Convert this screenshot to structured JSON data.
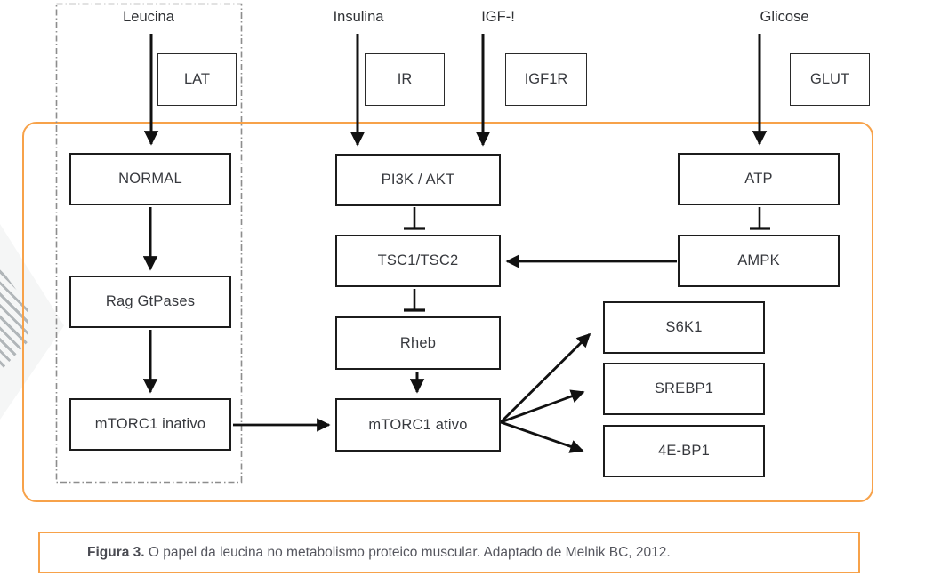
{
  "diagram": {
    "top_labels": {
      "leucina": "Leucina",
      "insulina": "Insulina",
      "igf1": "IGF-!",
      "glicose": "Glicose"
    },
    "receptors": {
      "lat": "LAT",
      "ir": "IR",
      "igf1r": "IGF1R",
      "glut": "GLUT"
    },
    "left_pathway": {
      "normal": "NORMAL",
      "rag_gtpases": "Rag GtPases",
      "mtorc1_inativo": "mTORC1 inativo"
    },
    "center_pathway": {
      "pi3k_akt": "PI3K / AKT",
      "tsc1_tsc2": "TSC1/TSC2",
      "rheb": "Rheb",
      "mtorc1_ativo": "mTORC1 ativo"
    },
    "right_pathway": {
      "atp": "ATP",
      "ampk": "AMPK"
    },
    "targets": {
      "s6k1": "S6K1",
      "srebp1": "SREBP1",
      "e4bp1": "4E-BP1"
    }
  },
  "caption": {
    "prefix": "Figura 3.",
    "text": " O papel da leucina no metabolismo proteico muscular. Adaptado de Melnik BC, 2012."
  },
  "colors": {
    "accent_orange": "#F7A24A",
    "box_border": "#1c1c1c",
    "node_text": "#37393e",
    "caption_text": "#55565e",
    "dotted_border": "#8d8d8d",
    "arrow_black": "#111111"
  }
}
